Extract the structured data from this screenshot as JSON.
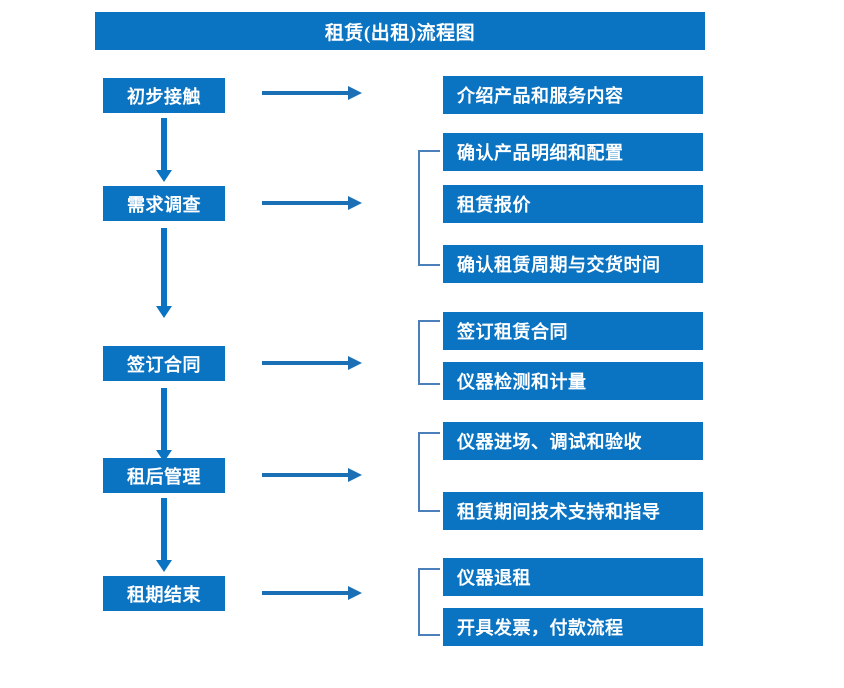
{
  "chart_data": {
    "type": "diagram",
    "title": "租赁(出租)流程图",
    "diagram_kind": "flowchart",
    "orientation": "vertical-with-branches",
    "stages": [
      {
        "label": "初步接触",
        "details": [
          "介绍产品和服务内容"
        ],
        "bracketed": false
      },
      {
        "label": "需求调查",
        "details": [
          "确认产品明细和配置",
          "租赁报价",
          "确认租赁周期与交货时间"
        ],
        "bracketed": true
      },
      {
        "label": "签订合同",
        "details": [
          "签订租赁合同",
          "仪器检测和计量"
        ],
        "bracketed": true
      },
      {
        "label": "租后管理",
        "details": [
          "仪器进场、调试和验收",
          "租赁期间技术支持和指导"
        ],
        "bracketed": true
      },
      {
        "label": "租期结束",
        "details": [
          "仪器退租",
          "开具发票，付款流程"
        ],
        "bracketed": true
      }
    ]
  },
  "title": {
    "text": "租赁(出租)流程图"
  },
  "stage_boxes": [
    {
      "label": "初步接触"
    },
    {
      "label": "需求调查"
    },
    {
      "label": "签订合同"
    },
    {
      "label": "租后管理"
    },
    {
      "label": "租期结束"
    }
  ],
  "detail_boxes": [
    {
      "label": "介绍产品和服务内容"
    },
    {
      "label": "确认产品明细和配置"
    },
    {
      "label": "租赁报价"
    },
    {
      "label": "确认租赁周期与交货时间"
    },
    {
      "label": "签订租赁合同"
    },
    {
      "label": "仪器检测和计量"
    },
    {
      "label": "仪器进场、调试和验收"
    },
    {
      "label": "租赁期间技术支持和指导"
    },
    {
      "label": "仪器退租"
    },
    {
      "label": "开具发票，付款流程"
    }
  ],
  "colors": {
    "box_fill": "#0a73c2",
    "box_text": "#ffffff",
    "arrow": "#1a6fb5",
    "bracket": "#4a7fba",
    "background": "#ffffff"
  }
}
